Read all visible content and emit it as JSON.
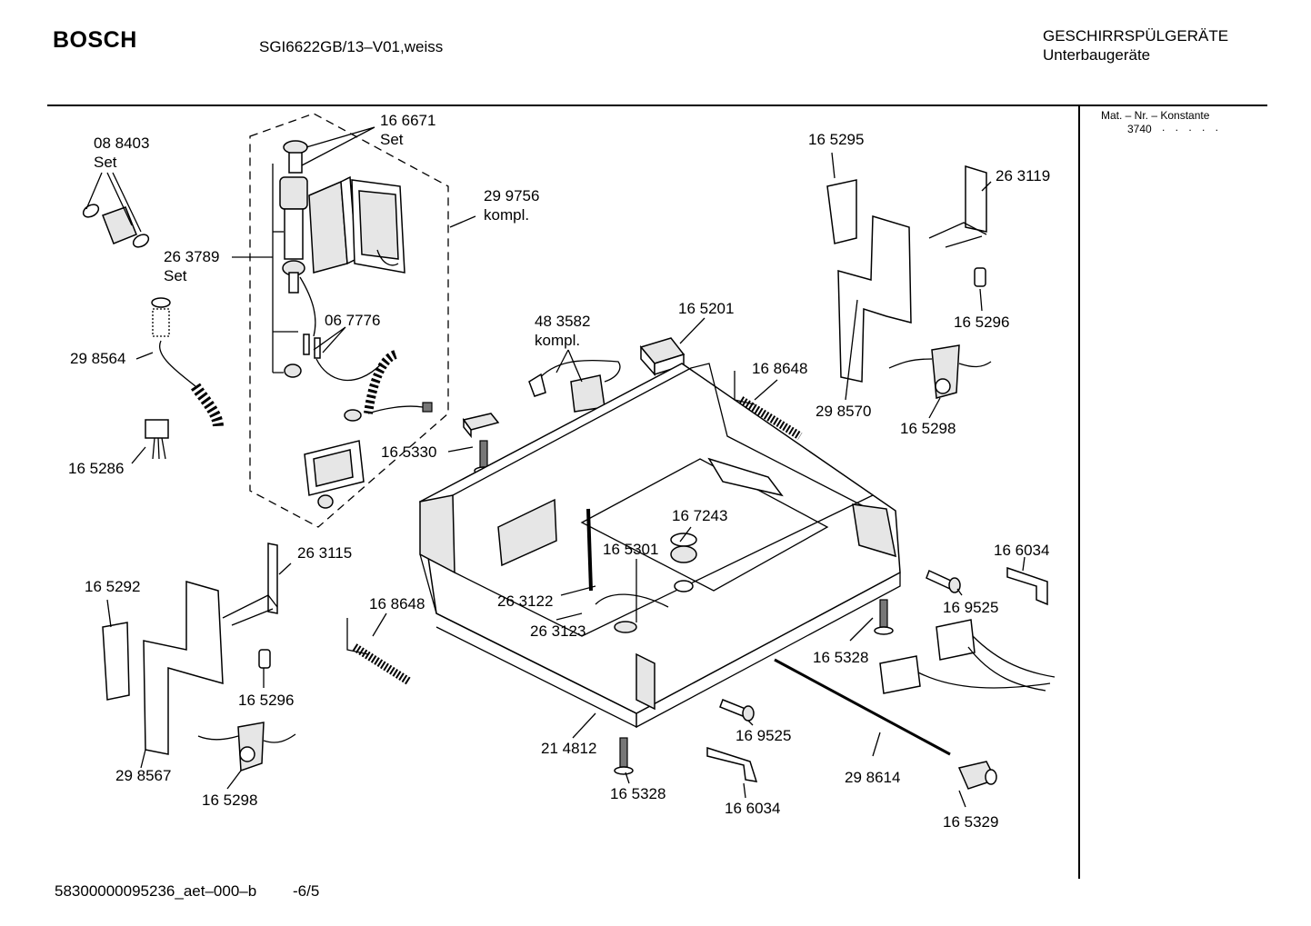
{
  "header": {
    "brand": "BOSCH",
    "model": "SGI6622GB/13–V01,weiss",
    "category": "GESCHIRRSPÜLGERÄTE",
    "subcategory": "Unterbaugeräte"
  },
  "sidebar": {
    "heading": "Mat. – Nr. – Konstante",
    "code": "3740",
    "dots": ". . . . ."
  },
  "footer": {
    "document_id": "58300000095236_aet–000–b",
    "page": "-6/5"
  },
  "parts": [
    {
      "number": "16 6671",
      "note": "Set"
    },
    {
      "number": "08 8403",
      "note": "Set"
    },
    {
      "number": "29 9756",
      "note": "kompl."
    },
    {
      "number": "26 3789",
      "note": "Set"
    },
    {
      "number": "06 7776",
      "note": ""
    },
    {
      "number": "29 8564",
      "note": ""
    },
    {
      "number": "16 5286",
      "note": ""
    },
    {
      "number": "16 5330",
      "note": ""
    },
    {
      "number": "48 3582",
      "note": "kompl."
    },
    {
      "number": "16 5201",
      "note": ""
    },
    {
      "number": "16 5295",
      "note": ""
    },
    {
      "number": "26 3119",
      "note": ""
    },
    {
      "number": "16 5296",
      "note": ""
    },
    {
      "number": "16 8648",
      "note": ""
    },
    {
      "number": "29 8570",
      "note": ""
    },
    {
      "number": "16 5298",
      "note": ""
    },
    {
      "number": "16 7243",
      "note": ""
    },
    {
      "number": "16 5301",
      "note": ""
    },
    {
      "number": "26 3122",
      "note": ""
    },
    {
      "number": "26 3123",
      "note": ""
    },
    {
      "number": "26 3115",
      "note": ""
    },
    {
      "number": "16 5292",
      "note": ""
    },
    {
      "number": "16 8648",
      "note": ""
    },
    {
      "number": "16 5296",
      "note": ""
    },
    {
      "number": "29 8567",
      "note": ""
    },
    {
      "number": "16 5298",
      "note": ""
    },
    {
      "number": "21 4812",
      "note": ""
    },
    {
      "number": "16 5328",
      "note": ""
    },
    {
      "number": "16 6034",
      "note": ""
    },
    {
      "number": "16 9525",
      "note": ""
    },
    {
      "number": "16 5328",
      "note": ""
    },
    {
      "number": "16 9525",
      "note": ""
    },
    {
      "number": "29 8614",
      "note": ""
    },
    {
      "number": "16 6034",
      "note": ""
    },
    {
      "number": "16 5329",
      "note": ""
    }
  ]
}
